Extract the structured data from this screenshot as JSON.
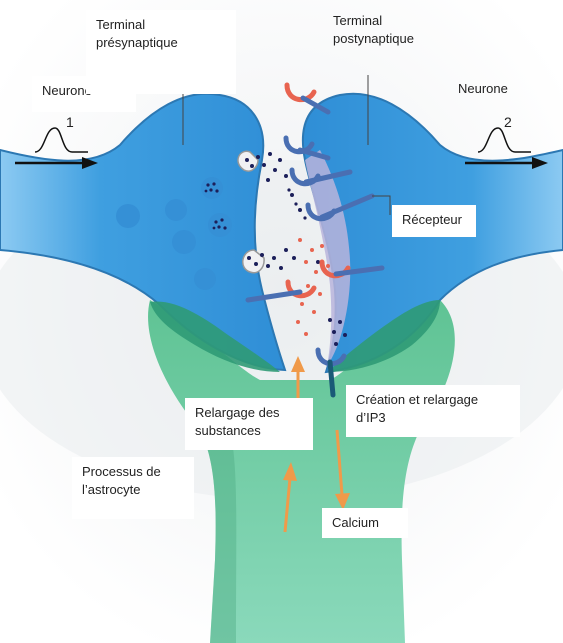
{
  "labels": {
    "neurone_left": "Neurone",
    "terminal_pre": "Terminal\nprésynaptique",
    "terminal_post": "Terminal\npostynaptique",
    "neurone_right": "Neurone",
    "recepteur": "Récepteur",
    "relargage_substances": "Relargage des\nsubstances",
    "creation_ip3": "Création et relargage\nd’IP3",
    "processus_astrocyte": "Processus de\nl’astrocyte",
    "calcium": "Calcium"
  },
  "signals": {
    "left_number": "1",
    "right_number": "2"
  },
  "colors": {
    "neuron_blue": "#3f9fe0",
    "astrocyte_green": "#6cc8a0",
    "dark_green": "#2f9a76",
    "receptor_red": "#e86450",
    "receptor_blue": "#4a6fb2",
    "vesicle_dots": "#1c1f5a",
    "arrow_orange": "#f09a4a"
  }
}
